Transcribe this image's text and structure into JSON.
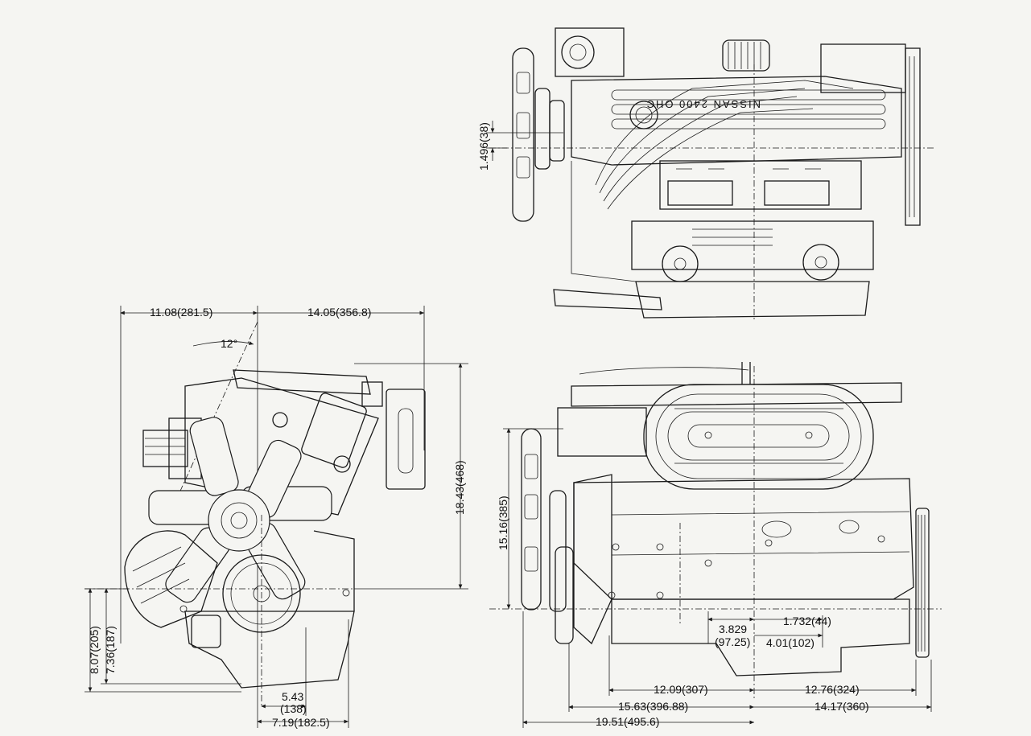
{
  "figure": {
    "engine_brand_text": "NISSAN 2400 OHC",
    "dimensions": {
      "front_left_width": "11.08(281.5)",
      "front_right_width": "14.05(356.8)",
      "tilt_angle": "12°",
      "front_height": "18.43(468)",
      "front_low_outer": "8.07(205)",
      "front_low_inner": "7.36(187)",
      "front_bottom_a1": "5.43",
      "front_bottom_a2": "(138)",
      "front_bottom_b": "7.19(182.5)",
      "top_offset": "1.496(38)",
      "side_height": "15.16(385)",
      "side_mount_a1": "3.829",
      "side_mount_a2": "(97.25)",
      "side_mount_b": "1.732(44)",
      "side_mount_c": "4.01(102)",
      "side_length_a": "12.09(307)",
      "side_length_b": "12.76(324)",
      "side_length_c": "15.63(396.88)",
      "side_length_d": "14.17(360)",
      "side_length_total": "19.51(495.6)"
    }
  }
}
